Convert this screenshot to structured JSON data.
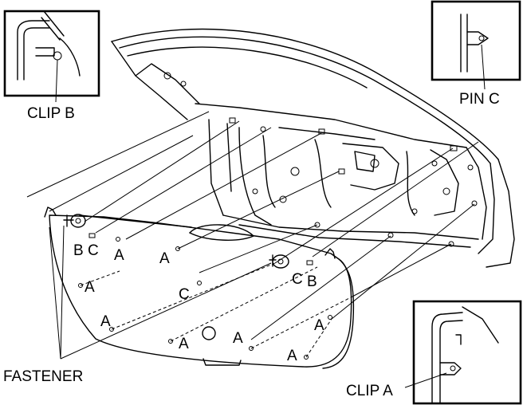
{
  "callouts": {
    "clip_b": "CLIP B",
    "pin_c": "PIN C",
    "clip_a": "CLIP A",
    "fastener": "FASTENER"
  },
  "markers": {
    "a": "A",
    "b": "B",
    "c": "C"
  }
}
